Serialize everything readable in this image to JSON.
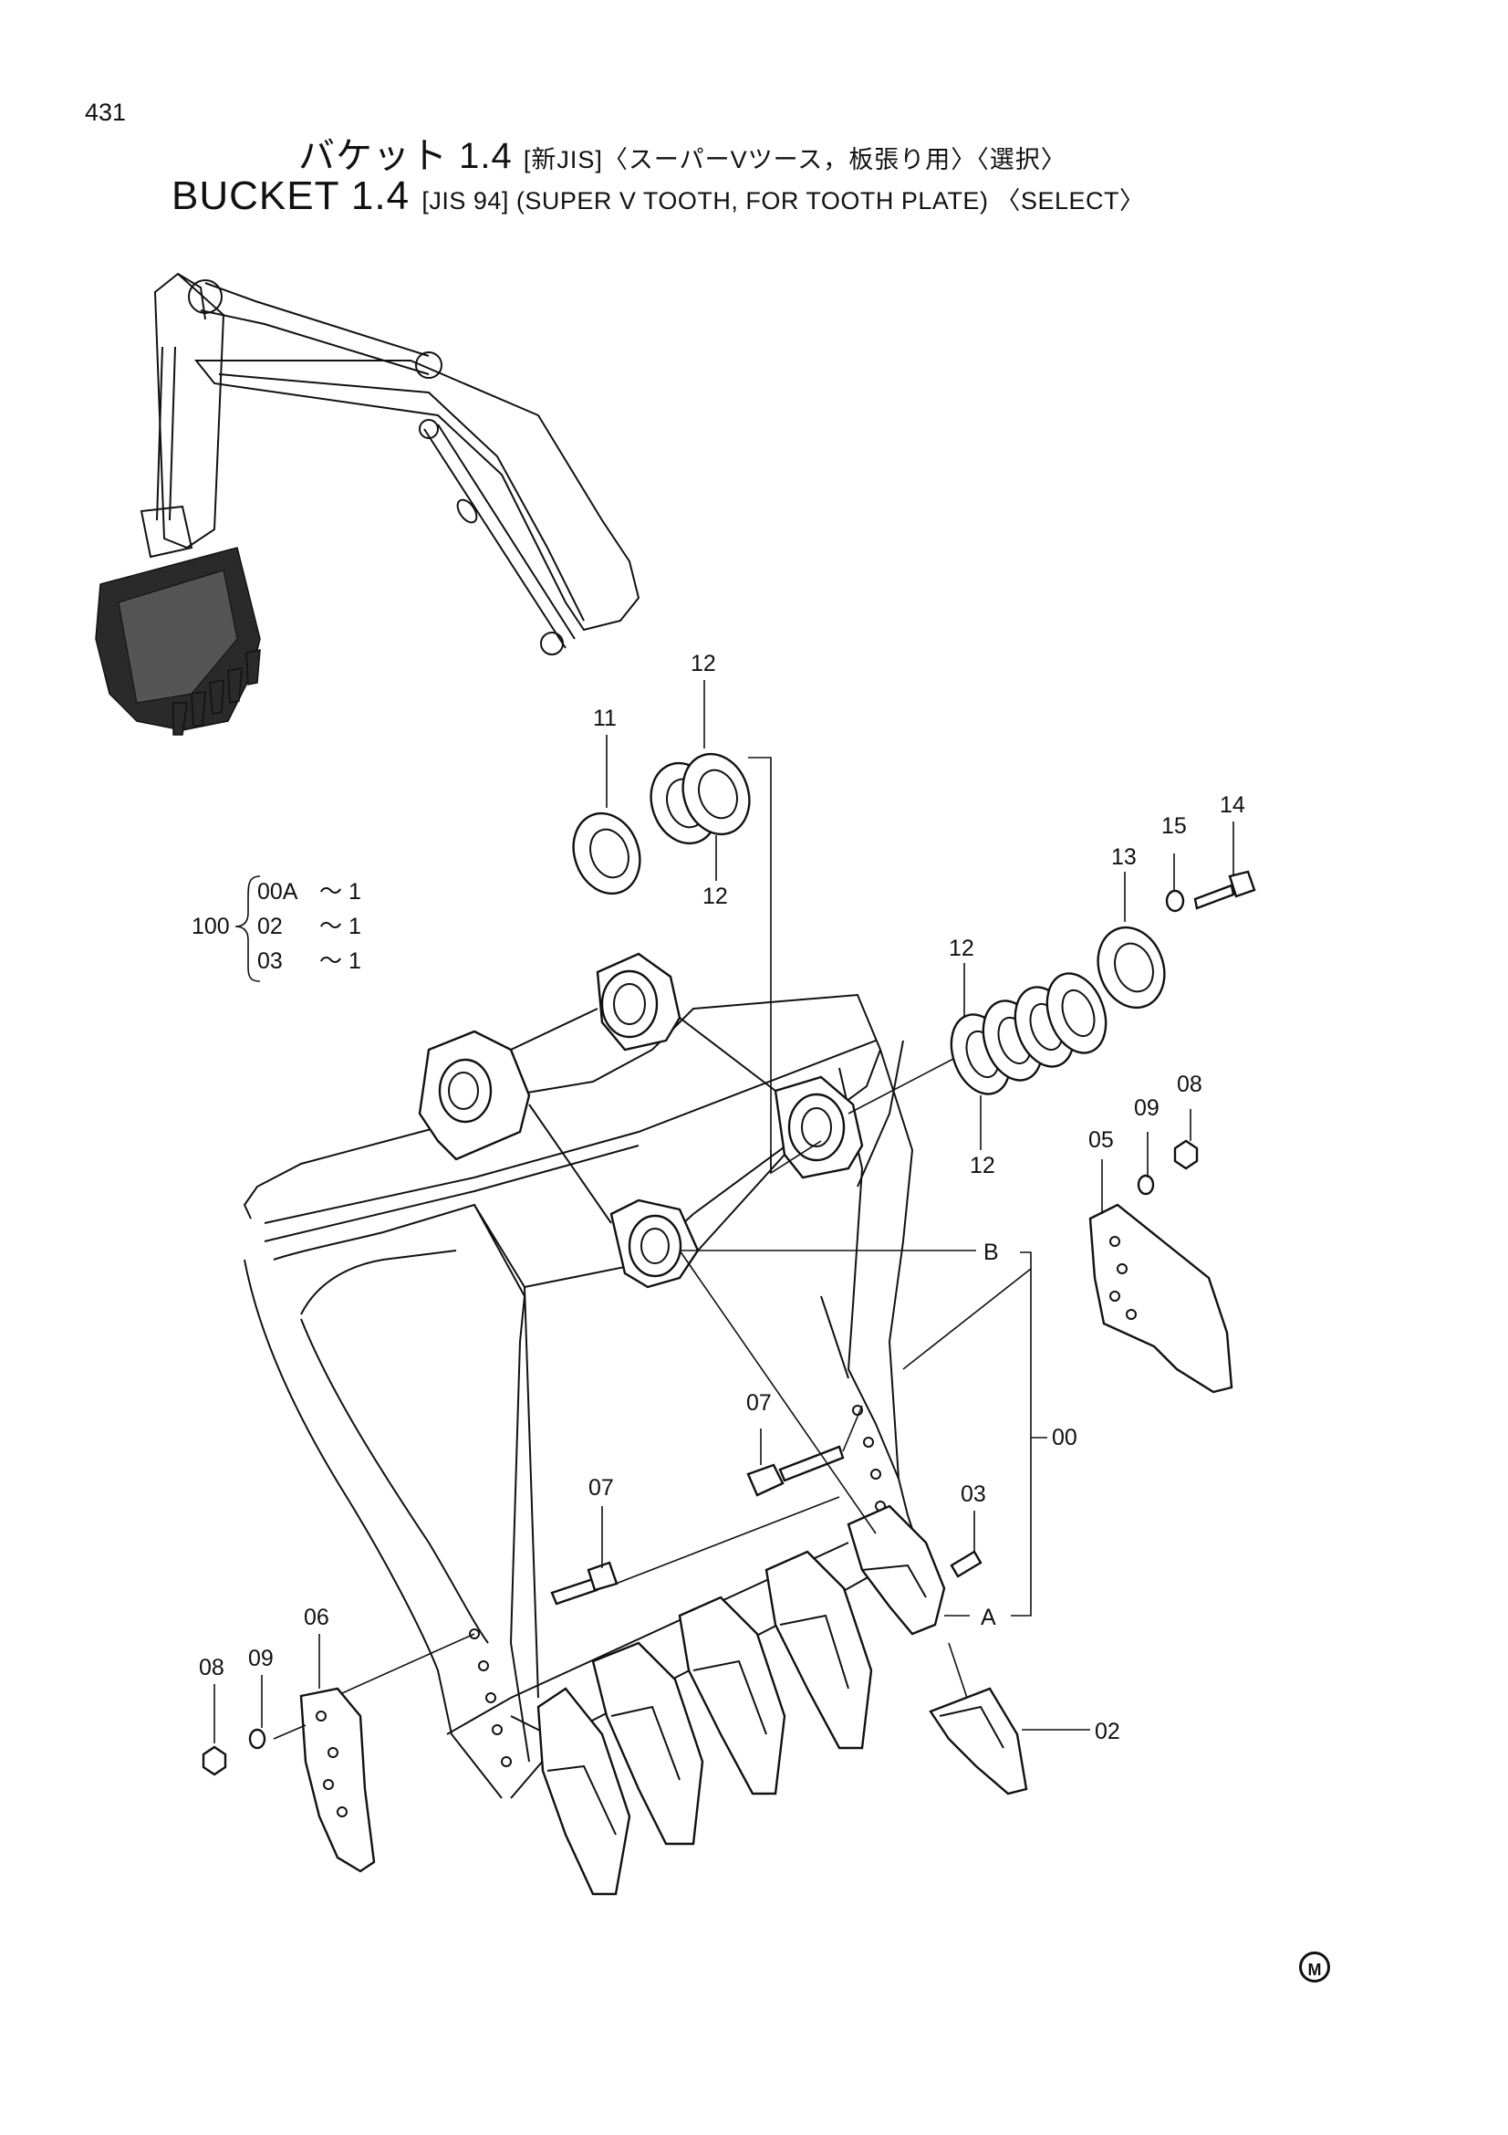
{
  "page_number": "431",
  "title_jp": {
    "main": "バケット 1.4",
    "suffix": "[新JIS]〈スーパーVツース，板張り用〉〈選択〉"
  },
  "title_en": {
    "main": "BUCKET 1.4",
    "suffix": "[JIS 94] (SUPER V TOOTH, FOR TOOTH PLATE) 〈SELECT〉"
  },
  "assembly": {
    "number": "100",
    "components": [
      {
        "id": "00A",
        "qty": "～ 1"
      },
      {
        "id": "02",
        "qty": "～ 1"
      },
      {
        "id": "03",
        "qty": "～ 1"
      }
    ]
  },
  "callouts": {
    "c11": "11",
    "c12_top": "12",
    "c12_mid": "12",
    "c12_right": "12",
    "c12_lower": "12",
    "c13": "13",
    "c14": "14",
    "c15": "15",
    "c08_right": "08",
    "c09_right": "09",
    "c05": "05",
    "b": "B",
    "a": "A",
    "c00": "00",
    "c07_upper": "07",
    "c07_lower": "07",
    "c03": "03",
    "c06": "06",
    "c09_left": "09",
    "c08_left": "08",
    "c02": "02"
  },
  "reference_mark": "M"
}
